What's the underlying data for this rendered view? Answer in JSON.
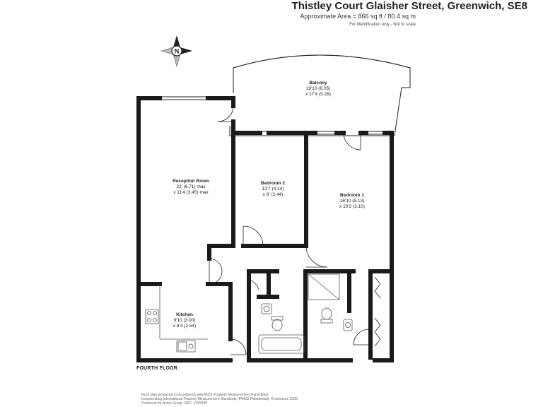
{
  "header": {
    "title": "Thistley Court Glaisher Street, Greenwich, SE8",
    "area": "Approximate Area = 866 sq ft / 80.4 sq m",
    "identification": "For identification only - Not to scale"
  },
  "compass": {
    "label": "N",
    "icon": "compass-rose-icon"
  },
  "rooms": {
    "balcony": {
      "name": "Balcony",
      "dim1": "19'10 (6.05)",
      "dim2": "x 17'4 (5.28)"
    },
    "reception": {
      "name": "Reception Room",
      "dim1": "22' (6.71) max",
      "dim2": "x 11'4 (3.45) max"
    },
    "bedroom2": {
      "name": "Bedroom 2",
      "dim1": "13'7 (4.14)",
      "dim2": "x 8' (2.44)"
    },
    "bedroom1": {
      "name": "Bedroom 1",
      "dim1": "16'10 (5.13)",
      "dim2": "x 10'2 (3.10)"
    },
    "kitchen": {
      "name": "Kitchen",
      "dim1": "9'10 (3.00)",
      "dim2": "x 8'4 (2.54)"
    }
  },
  "floor_label": "FOURTH FLOOR",
  "footer": {
    "line1": "Floor plan produced in accordance with RICS Property Measurement 2nd Edition,",
    "line2": "Incorporating International Property Measurement Standards (IPMS2 Residential). ©nichecom 2025.",
    "line3": "Produced for Acorn Group.   REF: 1265939"
  },
  "colors": {
    "wall": "#1a1a1a",
    "fixture": "#555555",
    "text": "#222222"
  }
}
